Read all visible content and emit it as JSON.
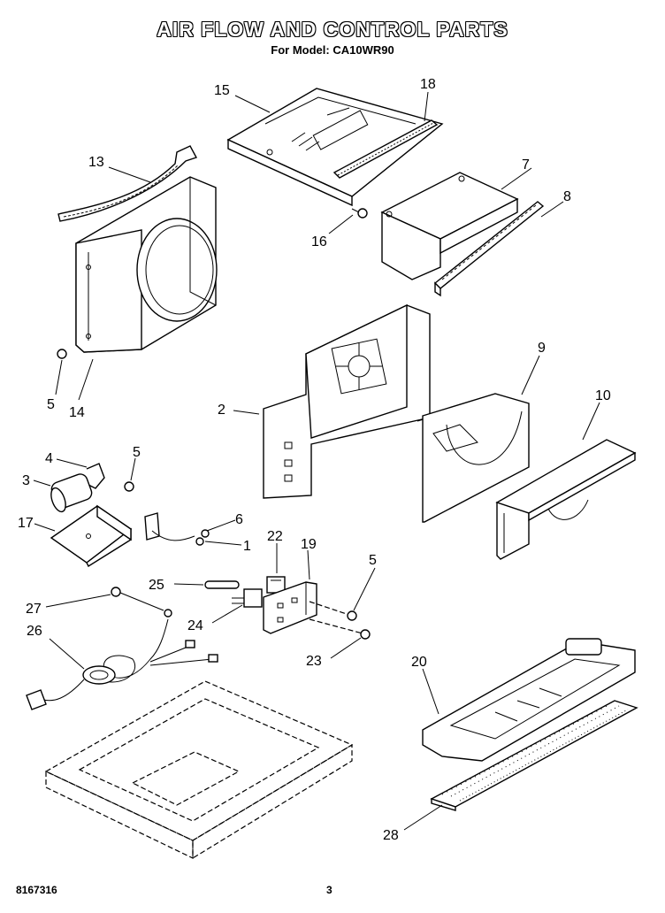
{
  "header": {
    "title": "AIR FLOW AND CONTROL PARTS",
    "subtitle": "For Model: CA10WR90"
  },
  "footer": {
    "doc_number": "8167316",
    "page_number": "3"
  },
  "callouts": {
    "c1": "1",
    "c2": "2",
    "c3": "3",
    "c4": "4",
    "c5a": "5",
    "c5b": "5",
    "c5c": "5",
    "c6": "6",
    "c7": "7",
    "c8": "8",
    "c9": "9",
    "c10": "10",
    "c13": "13",
    "c14": "14",
    "c15": "15",
    "c16": "16",
    "c17": "17",
    "c18": "18",
    "c19": "19",
    "c20": "20",
    "c22": "22",
    "c23": "23",
    "c24": "24",
    "c25": "25",
    "c26": "26",
    "c27": "27",
    "c28": "28"
  }
}
